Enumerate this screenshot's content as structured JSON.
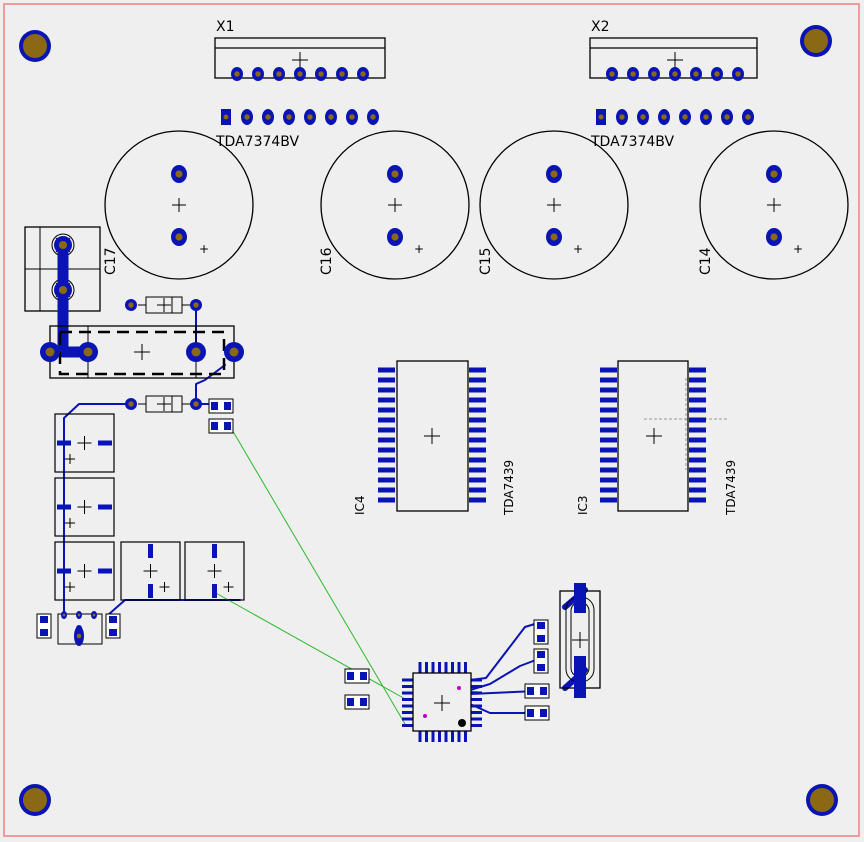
{
  "board": {
    "background": "#efefef",
    "outline_color": "#f08080",
    "copper_color": "#0a14b4",
    "pad_ring_color": "#0a14b4",
    "pad_fill_color": "#8b6914",
    "silkscreen_color": "#000000",
    "ratsnest_color": "#2eb82e"
  },
  "components": {
    "x1": {
      "ref": "X1",
      "part": "TDA7374BV"
    },
    "x2": {
      "ref": "X2",
      "part": "TDA7374BV"
    },
    "c17": {
      "ref": "C17"
    },
    "c16": {
      "ref": "C16"
    },
    "c15": {
      "ref": "C15"
    },
    "c14": {
      "ref": "C14"
    },
    "ic4": {
      "ref": "IC4",
      "part": "TDA7439"
    },
    "ic3": {
      "ref": "IC3",
      "part": "TDA7439"
    }
  }
}
